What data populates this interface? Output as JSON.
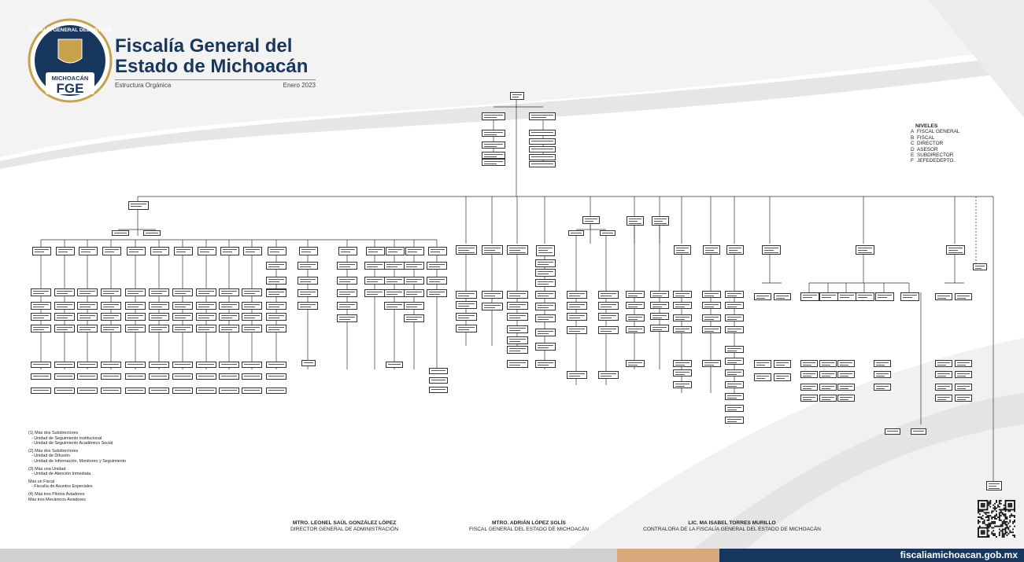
{
  "brand": {
    "seal_arc_text": "FISCALÍA GENERAL DEL ESTADO",
    "seal_state": "MICHOACÁN",
    "seal_acronym": "FGE",
    "title_line1": "Fiscalía General del",
    "title_line2": "Estado de Michoacán",
    "subtitle": "Estructura Orgánica",
    "date": "Enero 2023"
  },
  "levels": {
    "title": "NIVELES",
    "items": [
      {
        "key": "A",
        "label": "FISCAL GENERAL"
      },
      {
        "key": "B",
        "label": "FISCAL"
      },
      {
        "key": "C",
        "label": "DIRECTOR"
      },
      {
        "key": "D",
        "label": "ASESOR"
      },
      {
        "key": "E",
        "label": "SUBDIRECTOR"
      },
      {
        "key": "F",
        "label": "JEFEDEDEPTO."
      }
    ]
  },
  "notes": [
    {
      "lines": [
        "(1) Más dos Subdirectores",
        "- Unidad de Seguimiento Institucional",
        "- Unidad de Seguimiento Académico Social"
      ]
    },
    {
      "lines": [
        "(2) Más dos Subdirectores",
        "- Unidad de Difusión",
        "- Unidad de Información, Monitoreo y Seguimiento"
      ]
    },
    {
      "lines": [
        "(3) Más una Unidad",
        "- Unidad de Atención Inmediata"
      ]
    },
    {
      "lines": [
        "Más un Fiscal",
        "- Fiscalía de Asuntos Especiales"
      ]
    },
    {
      "lines": [
        "(4) Más tres Pilotos Aviadores",
        "Más tres Mecánicos Aviadores"
      ]
    }
  ],
  "signatures": [
    {
      "name": "MTRO. LEONEL SAÚL GONZÁLEZ LÓPEZ",
      "title": "DIRECTOR GENERAL DE ADMINISTRACIÓN"
    },
    {
      "name": "MTRO. ADRIÁN LÓPEZ SOLÍS",
      "title": "FISCAL GENERAL DEL ESTADO DE MICHOACÁN"
    },
    {
      "name": "LIC. MA ISABEL TORRES MURILLO",
      "title": "CONTRALORA DE LA FISCALÍA GENERAL DEL ESTADO DE MICHOACÁN"
    }
  ],
  "footer": {
    "url": "fiscaliamichoacan.gob.mx"
  },
  "colors": {
    "navy": "#17375e",
    "orange": "#d8a77a",
    "grey": "#cfd0d2",
    "gold": "#c8a24a"
  }
}
